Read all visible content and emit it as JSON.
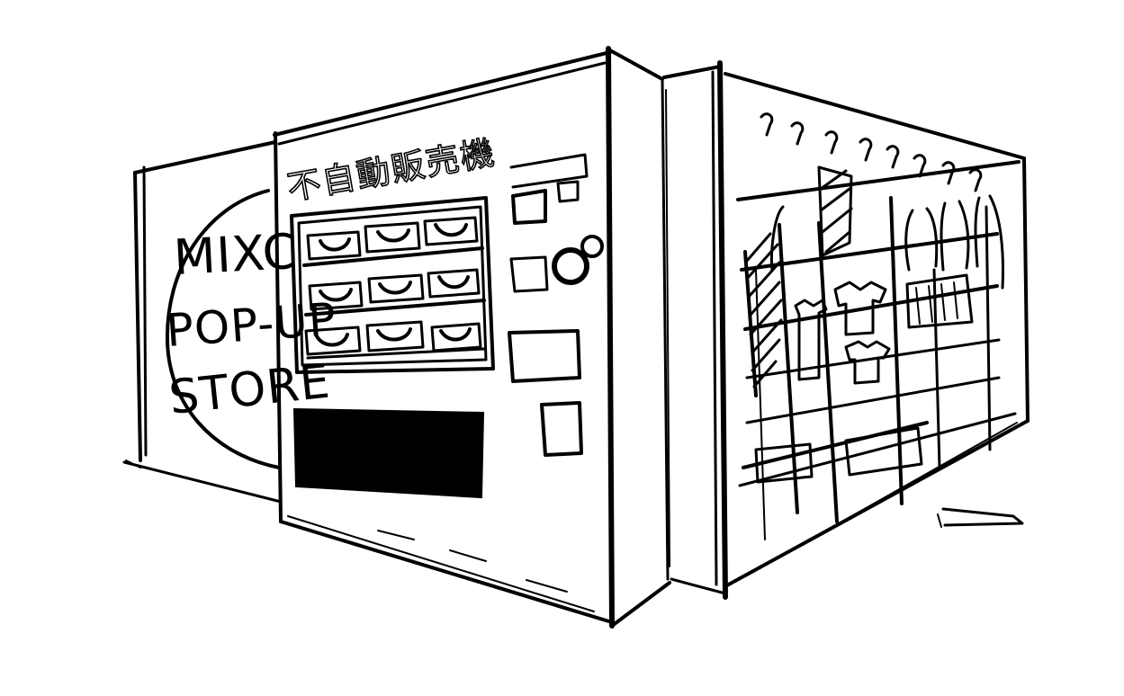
{
  "sign": {
    "line1": "MIXC",
    "line2": "POP-UP",
    "line3": "STORE"
  },
  "machine": {
    "title": "不自動販売機"
  },
  "colors": {
    "ink": "#000000",
    "paper": "#ffffff"
  }
}
